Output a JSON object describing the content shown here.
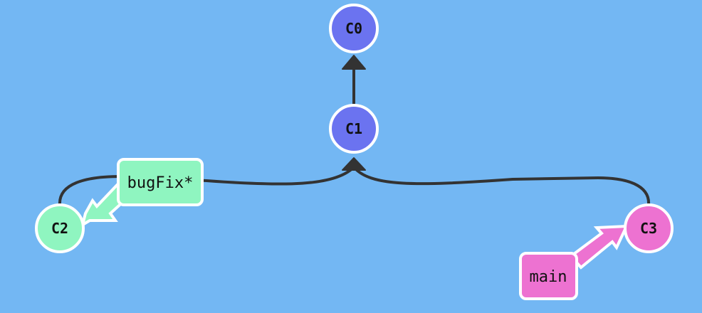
{
  "diagram": {
    "type": "git-commit-graph",
    "colors": {
      "background": "#73b7f3",
      "edge": "#333333",
      "node_outline": "#ffffff",
      "base_commit": "#6b73f0",
      "bugfix_branch": "#8ff5c0",
      "main_branch": "#ed72d1"
    },
    "commits": [
      {
        "id": "C0",
        "label": "C0",
        "parent": null
      },
      {
        "id": "C1",
        "label": "C1",
        "parent": "C0"
      },
      {
        "id": "C2",
        "label": "C2",
        "parent": "C1"
      },
      {
        "id": "C3",
        "label": "C3",
        "parent": "C1"
      }
    ],
    "branches": [
      {
        "name": "bugFix",
        "label": "bugFix*",
        "target": "C2",
        "checked_out": true
      },
      {
        "name": "main",
        "label": "main",
        "target": "C3",
        "checked_out": false
      }
    ]
  }
}
